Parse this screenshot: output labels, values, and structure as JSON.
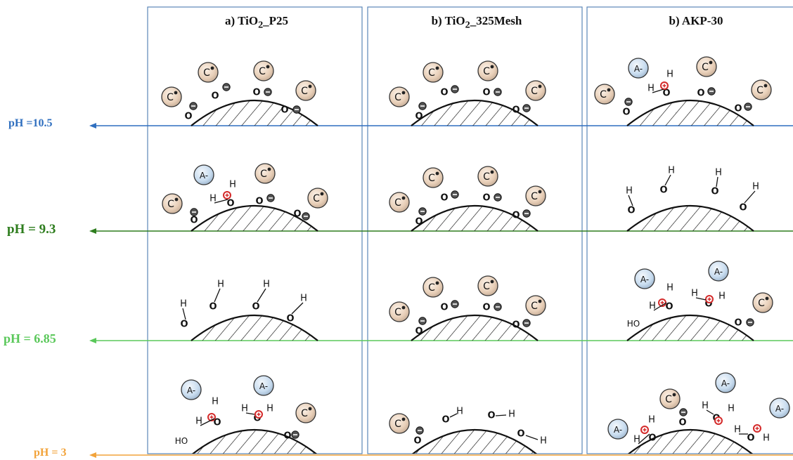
{
  "columns": [
    {
      "prefix": "a) TiO",
      "sub": "2",
      "suffix": "_P25"
    },
    {
      "prefix": "b) TiO",
      "sub": "2",
      "suffix": "_325Mesh"
    },
    {
      "prefix": "b) AKP-30",
      "sub": "",
      "suffix": ""
    }
  ],
  "ph_levels": [
    {
      "label": "pH =10.5",
      "color": "#2f6fbf"
    },
    {
      "label": "pH = 9.3",
      "color": "#2e7d1e"
    },
    {
      "label": "pH = 6.85",
      "color": "#5ac85a"
    },
    {
      "label": "pH = 3",
      "color": "#f2a33a"
    }
  ],
  "species": {
    "cation": "C",
    "anion": "A-",
    "hydroxyl_h": "H",
    "oxygen": "O",
    "surface_oh": "HO"
  },
  "icons": [
    "cation-sphere-icon",
    "anion-sphere-icon",
    "negative-charge-icon",
    "positive-charge-icon",
    "oxide-particle-surface-icon"
  ],
  "colors": {
    "frame": "#5b87b8",
    "cation_fill": "#eed6c0",
    "anion_fill": "#cddff0",
    "positive_charge": "#d42a2a",
    "negative_charge": "#222222"
  }
}
